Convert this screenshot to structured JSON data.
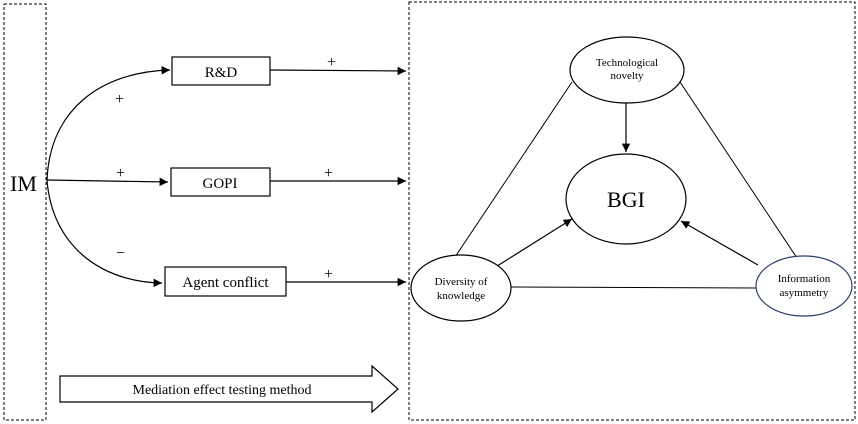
{
  "left_panel": {
    "source": "IM",
    "mediators": [
      {
        "label": "R&D",
        "path_sign": "+",
        "outcome_sign": "+"
      },
      {
        "label": "GOPI",
        "path_sign": "+",
        "outcome_sign": "+"
      },
      {
        "label": "Agent conflict",
        "path_sign": "−",
        "outcome_sign": "+"
      }
    ],
    "method_arrow_label": "Mediation effect testing method"
  },
  "right_panel": {
    "center": "BGI",
    "nodes": {
      "top": [
        "Technological",
        "novelty"
      ],
      "left": [
        "Diversity of",
        "knowledge"
      ],
      "right": [
        "Information",
        "asymmetry"
      ]
    }
  },
  "colors": {
    "stroke": "#000000",
    "node_right_stroke": "#2a3f6a",
    "background": "#ffffff"
  }
}
